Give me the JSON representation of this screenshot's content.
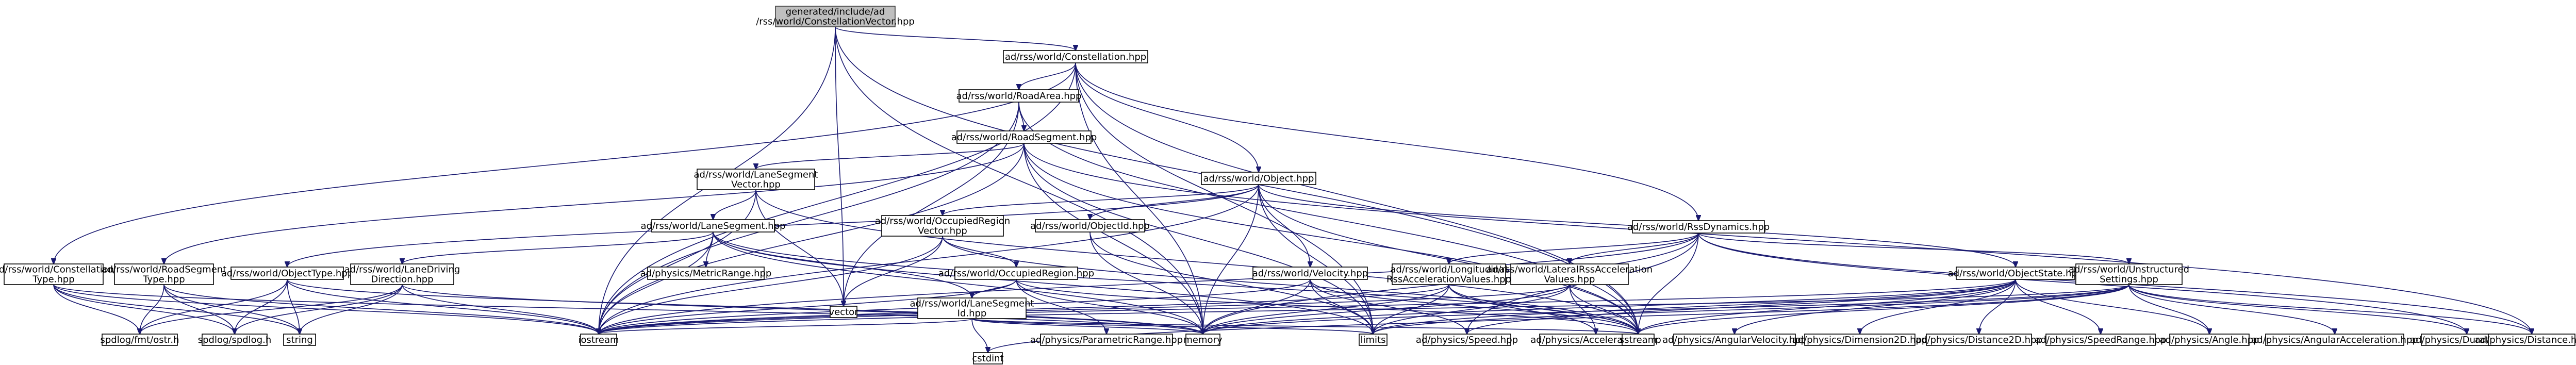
{
  "graph": {
    "type": "include-dependency-graph",
    "nodes": [
      {
        "id": "root",
        "lines": [
          "generated/include/ad",
          "/rss/world/ConstellationVector.hpp"
        ],
        "root": true
      },
      {
        "id": "constellation",
        "lines": [
          "ad/rss/world/Constellation.hpp"
        ]
      },
      {
        "id": "roadarea",
        "lines": [
          "ad/rss/world/RoadArea.hpp"
        ]
      },
      {
        "id": "roadsegment",
        "lines": [
          "ad/rss/world/RoadSegment.hpp"
        ]
      },
      {
        "id": "lanesegmentvector",
        "lines": [
          "ad/rss/world/LaneSegment",
          "Vector.hpp"
        ]
      },
      {
        "id": "object",
        "lines": [
          "ad/rss/world/Object.hpp"
        ]
      },
      {
        "id": "lanesegment",
        "lines": [
          "ad/rss/world/LaneSegment.hpp"
        ]
      },
      {
        "id": "occupiedregionvector",
        "lines": [
          "ad/rss/world/OccupiedRegion",
          "Vector.hpp"
        ]
      },
      {
        "id": "objectid",
        "lines": [
          "ad/rss/world/ObjectId.hpp"
        ]
      },
      {
        "id": "rssdynamics",
        "lines": [
          "ad/rss/world/RssDynamics.hpp"
        ]
      },
      {
        "id": "constellationtype",
        "lines": [
          "ad/rss/world/Constellation",
          "Type.hpp"
        ]
      },
      {
        "id": "roadsegmenttype",
        "lines": [
          "ad/rss/world/RoadSegment",
          "Type.hpp"
        ]
      },
      {
        "id": "objecttype",
        "lines": [
          "ad/rss/world/ObjectType.hpp"
        ]
      },
      {
        "id": "lanedriving",
        "lines": [
          "ad/rss/world/LaneDriving",
          "Direction.hpp"
        ]
      },
      {
        "id": "metricrange",
        "lines": [
          "ad/physics/MetricRange.hpp"
        ]
      },
      {
        "id": "occupiedregion",
        "lines": [
          "ad/rss/world/OccupiedRegion.hpp"
        ]
      },
      {
        "id": "velocity",
        "lines": [
          "ad/rss/world/Velocity.hpp"
        ]
      },
      {
        "id": "longaccel",
        "lines": [
          "ad/rss/world/Longitudinal",
          "RssAccelerationValues.hpp"
        ]
      },
      {
        "id": "lataccel",
        "lines": [
          "ad/rss/world/LateralRssAcceleration",
          "Values.hpp"
        ]
      },
      {
        "id": "objectstate",
        "lines": [
          "ad/rss/world/ObjectState.hpp"
        ]
      },
      {
        "id": "unstructured",
        "lines": [
          "ad/rss/world/Unstructured",
          "Settings.hpp"
        ]
      },
      {
        "id": "lanesegmentid",
        "lines": [
          "ad/rss/world/LaneSegment",
          "Id.hpp"
        ]
      },
      {
        "id": "vector",
        "lines": [
          "vector"
        ]
      },
      {
        "id": "fmt",
        "lines": [
          "spdlog/fmt/ostr.h"
        ]
      },
      {
        "id": "spdlog",
        "lines": [
          "spdlog/spdlog.h"
        ]
      },
      {
        "id": "string",
        "lines": [
          "string"
        ]
      },
      {
        "id": "iostream",
        "lines": [
          "iostream"
        ]
      },
      {
        "id": "paramrange",
        "lines": [
          "ad/physics/ParametricRange.hpp"
        ]
      },
      {
        "id": "memory",
        "lines": [
          "memory"
        ]
      },
      {
        "id": "limits",
        "lines": [
          "limits"
        ]
      },
      {
        "id": "speed",
        "lines": [
          "ad/physics/Speed.hpp"
        ]
      },
      {
        "id": "acceleration",
        "lines": [
          "ad/physics/Acceleration.hpp"
        ]
      },
      {
        "id": "sstream",
        "lines": [
          "sstream"
        ]
      },
      {
        "id": "angvel",
        "lines": [
          "ad/physics/AngularVelocity.hpp"
        ]
      },
      {
        "id": "dim2d",
        "lines": [
          "ad/physics/Dimension2D.hpp"
        ]
      },
      {
        "id": "dist2d",
        "lines": [
          "ad/physics/Distance2D.hpp"
        ]
      },
      {
        "id": "speedrange",
        "lines": [
          "ad/physics/SpeedRange.hpp"
        ]
      },
      {
        "id": "angle",
        "lines": [
          "ad/physics/Angle.hpp"
        ]
      },
      {
        "id": "angaccel",
        "lines": [
          "ad/physics/AngularAcceleration.hpp"
        ]
      },
      {
        "id": "duration",
        "lines": [
          "ad/physics/Duration.hpp"
        ]
      },
      {
        "id": "distance",
        "lines": [
          "ad/physics/Distance.hpp"
        ]
      },
      {
        "id": "cstdint",
        "lines": [
          "cstdint"
        ]
      }
    ],
    "edges": [
      [
        "root",
        "constellation"
      ],
      [
        "root",
        "vector"
      ],
      [
        "root",
        "iostream"
      ],
      [
        "root",
        "sstream"
      ],
      [
        "root",
        "memory"
      ],
      [
        "constellation",
        "roadarea"
      ],
      [
        "constellation",
        "object"
      ],
      [
        "constellation",
        "rssdynamics"
      ],
      [
        "constellation",
        "constellationtype"
      ],
      [
        "constellation",
        "iostream"
      ],
      [
        "constellation",
        "memory"
      ],
      [
        "constellation",
        "sstream"
      ],
      [
        "constellation",
        "limits"
      ],
      [
        "roadarea",
        "roadsegment"
      ],
      [
        "roadarea",
        "vector"
      ],
      [
        "roadarea",
        "iostream"
      ],
      [
        "roadarea",
        "sstream"
      ],
      [
        "roadsegment",
        "lanesegmentvector"
      ],
      [
        "roadsegment",
        "roadsegmenttype"
      ],
      [
        "roadsegment",
        "iostream"
      ],
      [
        "roadsegment",
        "memory"
      ],
      [
        "roadsegment",
        "limits"
      ],
      [
        "roadsegment",
        "distance"
      ],
      [
        "roadsegment",
        "sstream"
      ],
      [
        "lanesegmentvector",
        "lanesegment"
      ],
      [
        "lanesegmentvector",
        "vector"
      ],
      [
        "lanesegmentvector",
        "iostream"
      ],
      [
        "lanesegmentvector",
        "sstream"
      ],
      [
        "lanesegment",
        "lanedriving"
      ],
      [
        "lanesegment",
        "metricrange"
      ],
      [
        "lanesegment",
        "lanesegmentid"
      ],
      [
        "lanesegment",
        "iostream"
      ],
      [
        "lanesegment",
        "memory"
      ],
      [
        "lanesegment",
        "limits"
      ],
      [
        "lanesegment",
        "sstream"
      ],
      [
        "object",
        "occupiedregionvector"
      ],
      [
        "object",
        "objectid"
      ],
      [
        "object",
        "objecttype"
      ],
      [
        "object",
        "velocity"
      ],
      [
        "object",
        "objectstate"
      ],
      [
        "object",
        "iostream"
      ],
      [
        "object",
        "memory"
      ],
      [
        "object",
        "limits"
      ],
      [
        "object",
        "sstream"
      ],
      [
        "occupiedregionvector",
        "occupiedregion"
      ],
      [
        "occupiedregionvector",
        "vector"
      ],
      [
        "occupiedregionvector",
        "iostream"
      ],
      [
        "occupiedregionvector",
        "sstream"
      ],
      [
        "objectid",
        "memory"
      ],
      [
        "objectid",
        "limits"
      ],
      [
        "occupiedregion",
        "paramrange"
      ],
      [
        "occupiedregion",
        "lanesegmentid"
      ],
      [
        "occupiedregion",
        "iostream"
      ],
      [
        "occupiedregion",
        "memory"
      ],
      [
        "occupiedregion",
        "sstream"
      ],
      [
        "rssdynamics",
        "longaccel"
      ],
      [
        "rssdynamics",
        "lataccel"
      ],
      [
        "rssdynamics",
        "unstructured"
      ],
      [
        "rssdynamics",
        "duration"
      ],
      [
        "rssdynamics",
        "distance"
      ],
      [
        "rssdynamics",
        "speed"
      ],
      [
        "rssdynamics",
        "iostream"
      ],
      [
        "rssdynamics",
        "memory"
      ],
      [
        "rssdynamics",
        "sstream"
      ],
      [
        "constellationtype",
        "iostream"
      ],
      [
        "constellationtype",
        "memory"
      ],
      [
        "constellationtype",
        "string"
      ],
      [
        "constellationtype",
        "fmt"
      ],
      [
        "constellationtype",
        "spdlog"
      ],
      [
        "roadsegmenttype",
        "iostream"
      ],
      [
        "roadsegmenttype",
        "fmt"
      ],
      [
        "roadsegmenttype",
        "spdlog"
      ],
      [
        "roadsegmenttype",
        "string"
      ],
      [
        "objecttype",
        "iostream"
      ],
      [
        "objecttype",
        "memory"
      ],
      [
        "objecttype",
        "string"
      ],
      [
        "objecttype",
        "fmt"
      ],
      [
        "objecttype",
        "spdlog"
      ],
      [
        "lanedriving",
        "iostream"
      ],
      [
        "lanedriving",
        "memory"
      ],
      [
        "lanedriving",
        "string"
      ],
      [
        "lanedriving",
        "fmt"
      ],
      [
        "lanedriving",
        "spdlog"
      ],
      [
        "velocity",
        "speed"
      ],
      [
        "velocity",
        "iostream"
      ],
      [
        "velocity",
        "memory"
      ],
      [
        "velocity",
        "limits"
      ],
      [
        "velocity",
        "sstream"
      ],
      [
        "longaccel",
        "acceleration"
      ],
      [
        "longaccel",
        "iostream"
      ],
      [
        "longaccel",
        "memory"
      ],
      [
        "longaccel",
        "limits"
      ],
      [
        "longaccel",
        "sstream"
      ],
      [
        "lataccel",
        "acceleration"
      ],
      [
        "lataccel",
        "iostream"
      ],
      [
        "lataccel",
        "memory"
      ],
      [
        "lataccel",
        "limits"
      ],
      [
        "lataccel",
        "sstream"
      ],
      [
        "objectstate",
        "angle"
      ],
      [
        "objectstate",
        "angvel"
      ],
      [
        "objectstate",
        "dim2d"
      ],
      [
        "objectstate",
        "dist2d"
      ],
      [
        "objectstate",
        "speedrange"
      ],
      [
        "objectstate",
        "speed"
      ],
      [
        "objectstate",
        "iostream"
      ],
      [
        "objectstate",
        "memory"
      ],
      [
        "objectstate",
        "limits"
      ],
      [
        "objectstate",
        "sstream"
      ],
      [
        "unstructured",
        "angle"
      ],
      [
        "unstructured",
        "angaccel"
      ],
      [
        "unstructured",
        "duration"
      ],
      [
        "unstructured",
        "iostream"
      ],
      [
        "unstructured",
        "memory"
      ],
      [
        "unstructured",
        "limits"
      ],
      [
        "unstructured",
        "cstdint"
      ],
      [
        "unstructured",
        "sstream"
      ],
      [
        "unstructured",
        "distance"
      ],
      [
        "lanesegmentid",
        "cstdint"
      ],
      [
        "lanesegmentid",
        "iostream"
      ],
      [
        "lanesegmentid",
        "limits"
      ],
      [
        "lanesegmentid",
        "memory"
      ],
      [
        "lanesegmentid",
        "sstream"
      ]
    ]
  }
}
